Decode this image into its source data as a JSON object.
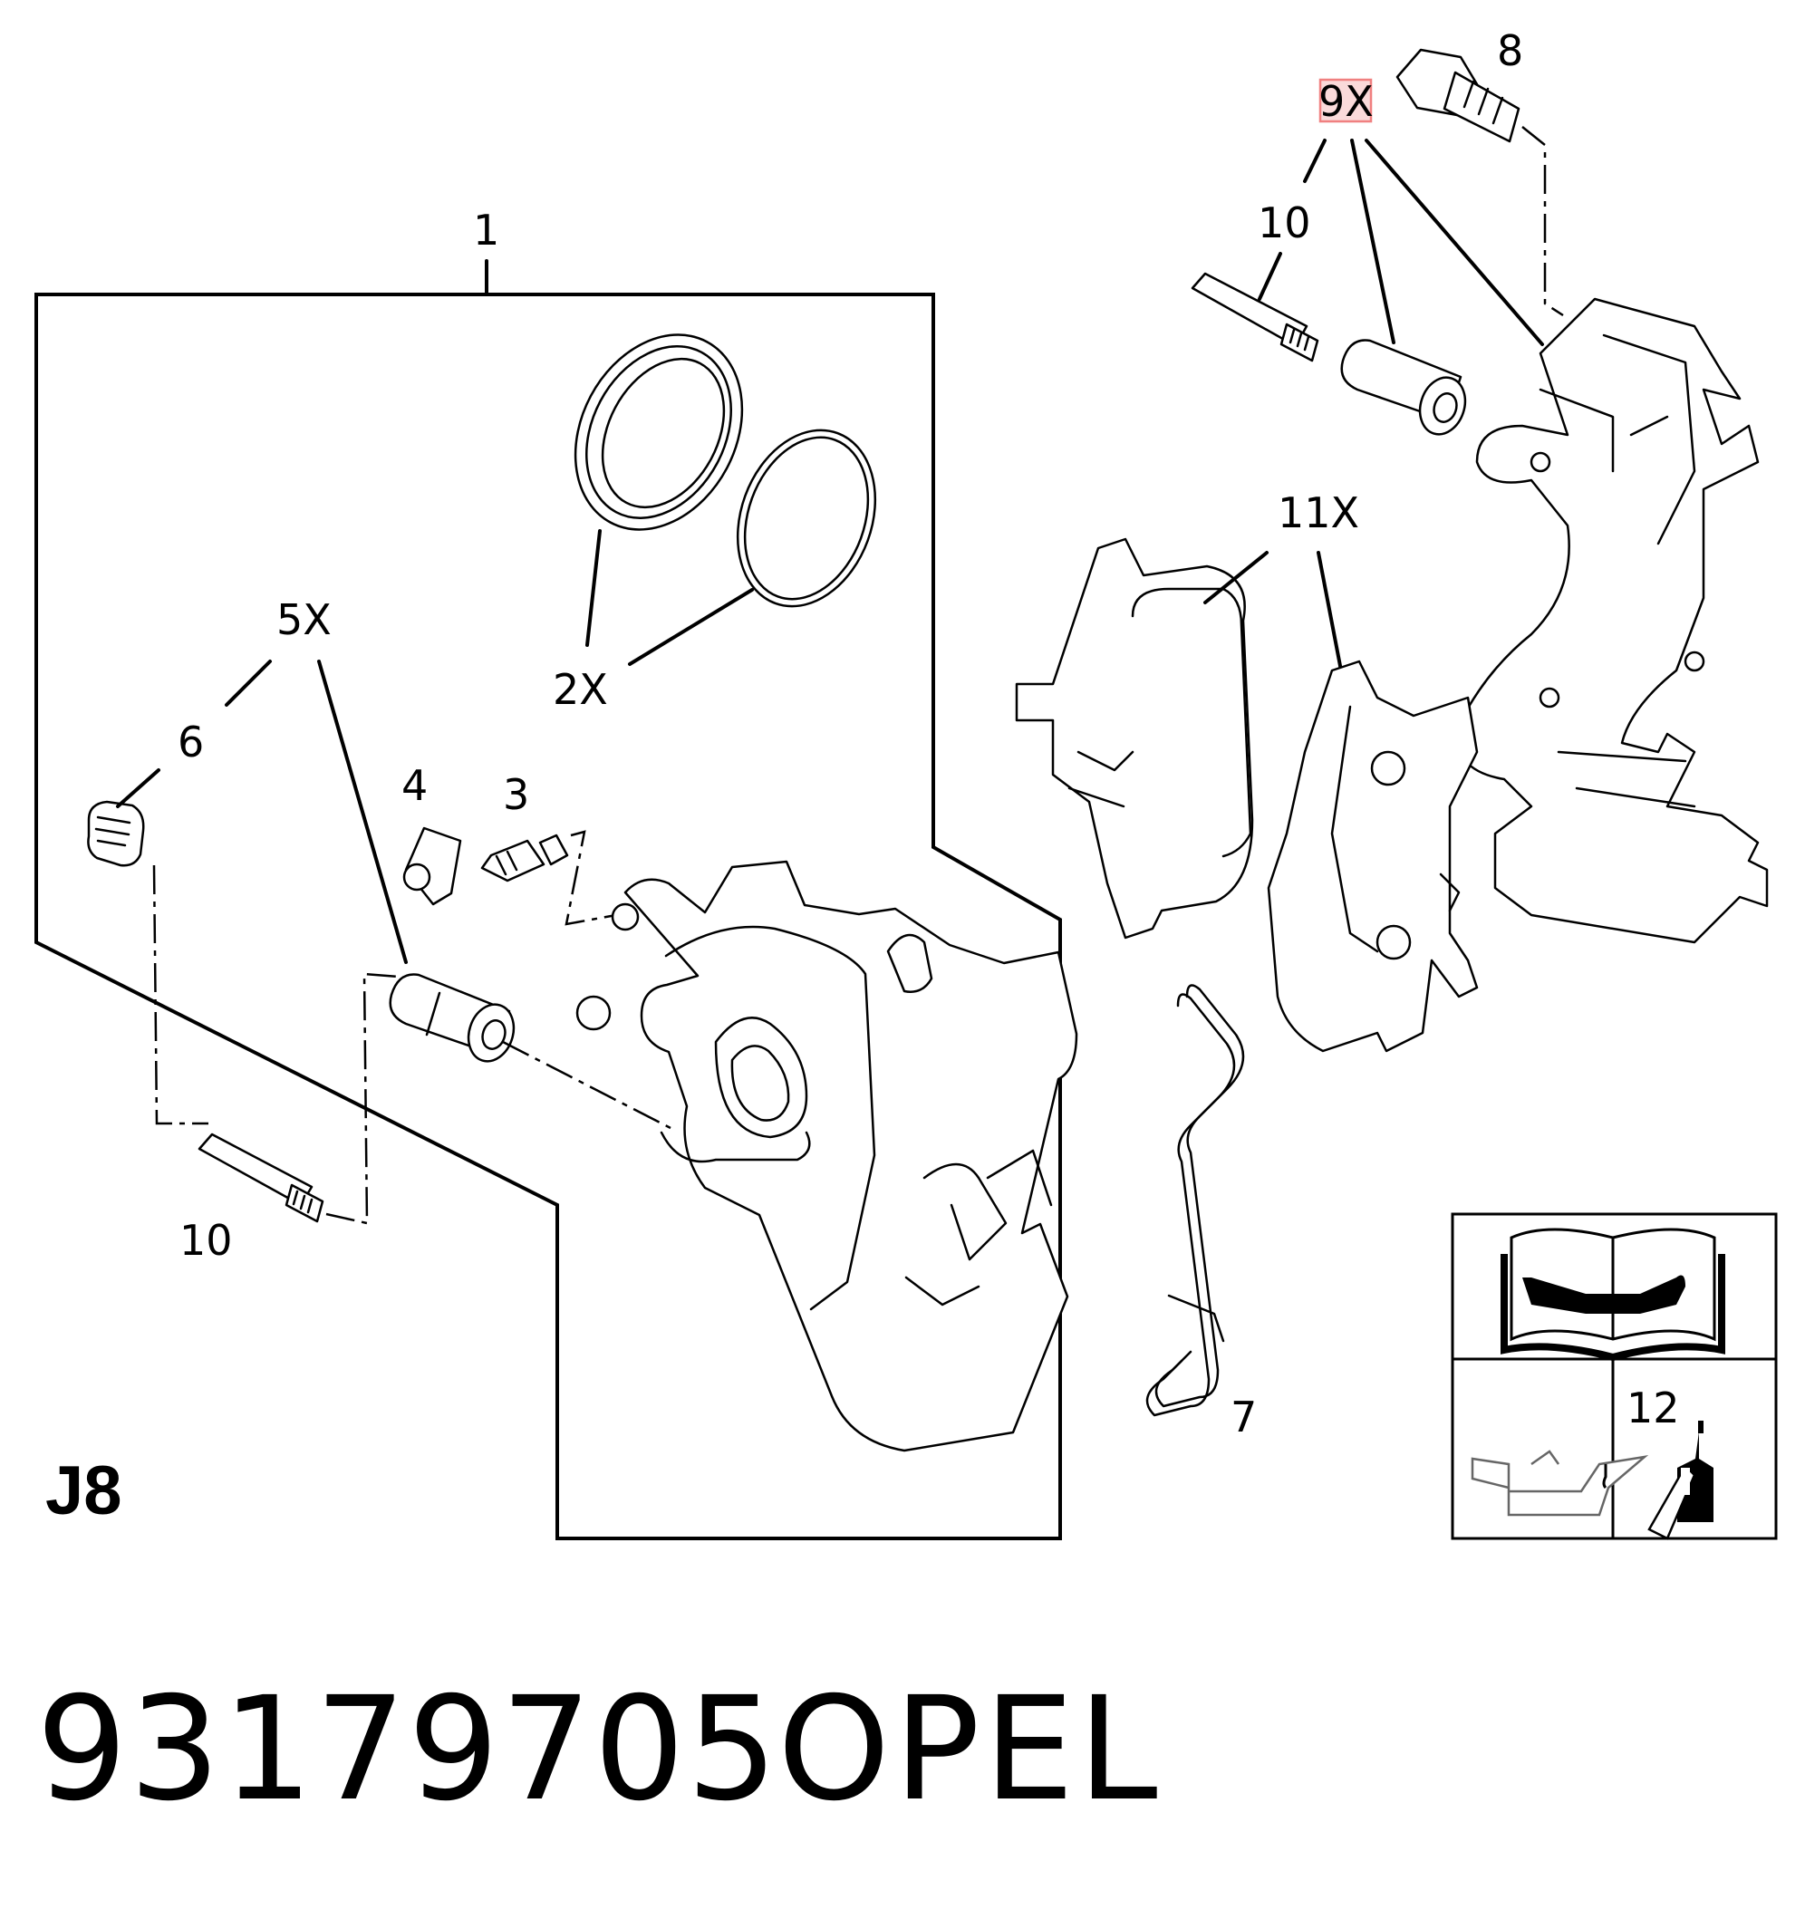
{
  "callouts": {
    "c1": "1",
    "c2x": "2X",
    "c3": "3",
    "c4": "4",
    "c5x": "5X",
    "c6": "6",
    "c7": "7",
    "c8": "8",
    "c9x": "9X",
    "c10_top": "10",
    "c10_bottom": "10",
    "c11x": "11X",
    "c12": "12"
  },
  "highlight_color": "#f08080",
  "icons": {
    "manual": "repair-manual-icon",
    "oil": "oil-can-icon",
    "adhesive": "adhesive-bottle-icon"
  },
  "page_code": "J8",
  "part_number": "93179705",
  "brand": "OPEL"
}
